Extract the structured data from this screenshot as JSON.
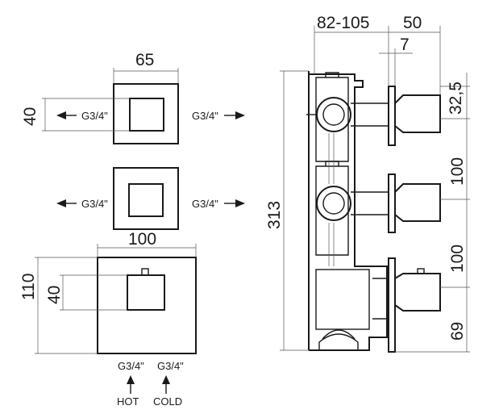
{
  "dimensions": {
    "top_width": "65",
    "top_height": "40",
    "middle_plate_width": "100",
    "plate_height": "110",
    "plate_knob_height": "40",
    "side_depth": "82-105",
    "side_handle": "50",
    "side_gap": "7",
    "side_top_offset": "32,5",
    "side_spacing_1": "100",
    "side_spacing_2": "100",
    "side_bottom": "69",
    "side_total": "313"
  },
  "connections": {
    "top_left": "G3/4\"",
    "top_right": "G3/4\"",
    "mid_left": "G3/4\"",
    "mid_right": "G3/4\"",
    "bottom_hot": "G3/4\"",
    "bottom_cold": "G3/4\""
  },
  "labels": {
    "hot": "HOT",
    "cold": "COLD"
  }
}
